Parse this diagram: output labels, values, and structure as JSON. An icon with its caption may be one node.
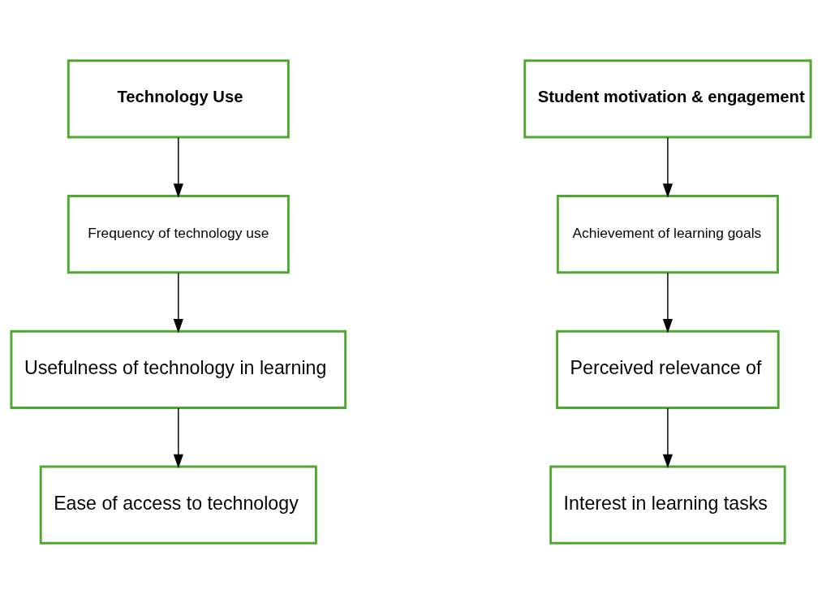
{
  "diagram": {
    "nodes": [
      {
        "text": [
          "Technology Use"
        ]
      },
      {
        "text": [
          "Frequency of technology use"
        ]
      },
      {
        "text": [
          "Usefulness of technology in learning"
        ]
      },
      {
        "text": [
          "Ease of access to technology"
        ]
      },
      {
        "text": [
          "Student motivation & engagement"
        ]
      },
      {
        "text": [
          "Achievement of learning goals"
        ]
      },
      {
        "text": [
          "Perceived relevance of"
        ]
      },
      {
        "text": [
          "Interest in learning tasks"
        ]
      }
    ],
    "edges": [
      {
        "from": 0,
        "to": 1,
        "arrow": "to"
      },
      {
        "from": 1,
        "to": 2,
        "arrow": "to"
      },
      {
        "from": 2,
        "to": 3,
        "arrow": "to"
      },
      {
        "from": 4,
        "to": 5,
        "arrow": "to"
      },
      {
        "from": 5,
        "to": 6,
        "arrow": "to"
      },
      {
        "from": 6,
        "to": 7,
        "arrow": "to"
      }
    ]
  }
}
